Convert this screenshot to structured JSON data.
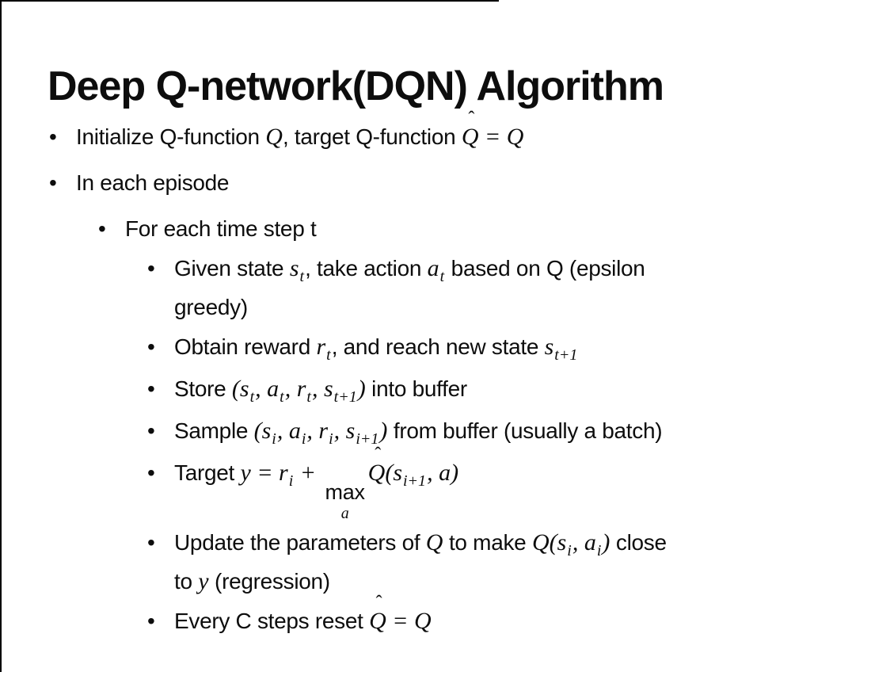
{
  "slide": {
    "title": "Deep Q-network(DQN) Algorithm",
    "bullet_char": "•",
    "hat_mark": "ˆ",
    "bullets": [
      {
        "level": 1,
        "segments": [
          {
            "type": "text",
            "value": "Initialize Q-function "
          },
          {
            "type": "math",
            "value": "Q"
          },
          {
            "type": "text",
            "value": ", target Q-function "
          },
          {
            "type": "hat",
            "value": "Q"
          },
          {
            "type": "math",
            "value": " = Q"
          }
        ]
      },
      {
        "level": 1,
        "segments": [
          {
            "type": "text",
            "value": "In each episode"
          }
        ]
      },
      {
        "level": 2,
        "segments": [
          {
            "type": "text",
            "value": "For each time step t"
          }
        ]
      },
      {
        "level": 3,
        "segments": [
          {
            "type": "text",
            "value": "Given state "
          },
          {
            "type": "math",
            "value": "s"
          },
          {
            "type": "sub",
            "value": "t"
          },
          {
            "type": "text",
            "value": ", take action "
          },
          {
            "type": "math",
            "value": "a"
          },
          {
            "type": "sub",
            "value": "t"
          },
          {
            "type": "text",
            "value": " based on Q (epsilon"
          },
          {
            "type": "break"
          },
          {
            "type": "text",
            "value": "greedy)"
          }
        ]
      },
      {
        "level": 3,
        "segments": [
          {
            "type": "text",
            "value": "Obtain reward "
          },
          {
            "type": "math",
            "value": "r"
          },
          {
            "type": "sub",
            "value": "t"
          },
          {
            "type": "text",
            "value": ", and reach new state "
          },
          {
            "type": "math",
            "value": "s"
          },
          {
            "type": "sub",
            "value": "t+1"
          }
        ]
      },
      {
        "level": 3,
        "segments": [
          {
            "type": "text",
            "value": "Store "
          },
          {
            "type": "math",
            "value": "(s"
          },
          {
            "type": "sub",
            "value": "t"
          },
          {
            "type": "math",
            "value": ", a"
          },
          {
            "type": "sub",
            "value": "t"
          },
          {
            "type": "math",
            "value": ", r"
          },
          {
            "type": "sub",
            "value": "t"
          },
          {
            "type": "math",
            "value": ", s"
          },
          {
            "type": "sub",
            "value": "t+1"
          },
          {
            "type": "math",
            "value": ")"
          },
          {
            "type": "text",
            "value": " into buffer"
          }
        ]
      },
      {
        "level": 3,
        "segments": [
          {
            "type": "text",
            "value": "Sample "
          },
          {
            "type": "math",
            "value": "(s"
          },
          {
            "type": "sub",
            "value": "i"
          },
          {
            "type": "math",
            "value": ", a"
          },
          {
            "type": "sub",
            "value": "i"
          },
          {
            "type": "math",
            "value": ", r"
          },
          {
            "type": "sub",
            "value": "i"
          },
          {
            "type": "math",
            "value": ", s"
          },
          {
            "type": "sub",
            "value": "i+1"
          },
          {
            "type": "math",
            "value": ")"
          },
          {
            "type": "text",
            "value": " from buffer (usually a batch)"
          }
        ]
      },
      {
        "level": 3,
        "segments": [
          {
            "type": "text",
            "value": "Target "
          },
          {
            "type": "math",
            "value": "y = r"
          },
          {
            "type": "sub",
            "value": "i"
          },
          {
            "type": "math",
            "value": " + "
          },
          {
            "type": "limop",
            "base": "max",
            "under": "a"
          },
          {
            "type": "hat",
            "value": "Q"
          },
          {
            "type": "math",
            "value": "(s"
          },
          {
            "type": "sub",
            "value": "i+1"
          },
          {
            "type": "math",
            "value": ", a)"
          }
        ]
      },
      {
        "level": 3,
        "segments": [
          {
            "type": "text",
            "value": "Update the parameters of "
          },
          {
            "type": "math",
            "value": "Q"
          },
          {
            "type": "text",
            "value": " to make "
          },
          {
            "type": "math",
            "value": "Q(s"
          },
          {
            "type": "sub",
            "value": "i"
          },
          {
            "type": "math",
            "value": ", a"
          },
          {
            "type": "sub",
            "value": "i"
          },
          {
            "type": "math",
            "value": ")"
          },
          {
            "type": "text",
            "value": " close"
          },
          {
            "type": "break"
          },
          {
            "type": "text",
            "value": "to "
          },
          {
            "type": "math",
            "value": "y"
          },
          {
            "type": "text",
            "value": " (regression)"
          }
        ]
      },
      {
        "level": 3,
        "segments": [
          {
            "type": "text",
            "value": "Every C steps reset "
          },
          {
            "type": "hat",
            "value": "Q"
          },
          {
            "type": "math",
            "value": " = Q"
          }
        ]
      }
    ]
  },
  "colors": {
    "background": "#ffffff",
    "text": "#0d0d0d",
    "border": "#000000"
  }
}
